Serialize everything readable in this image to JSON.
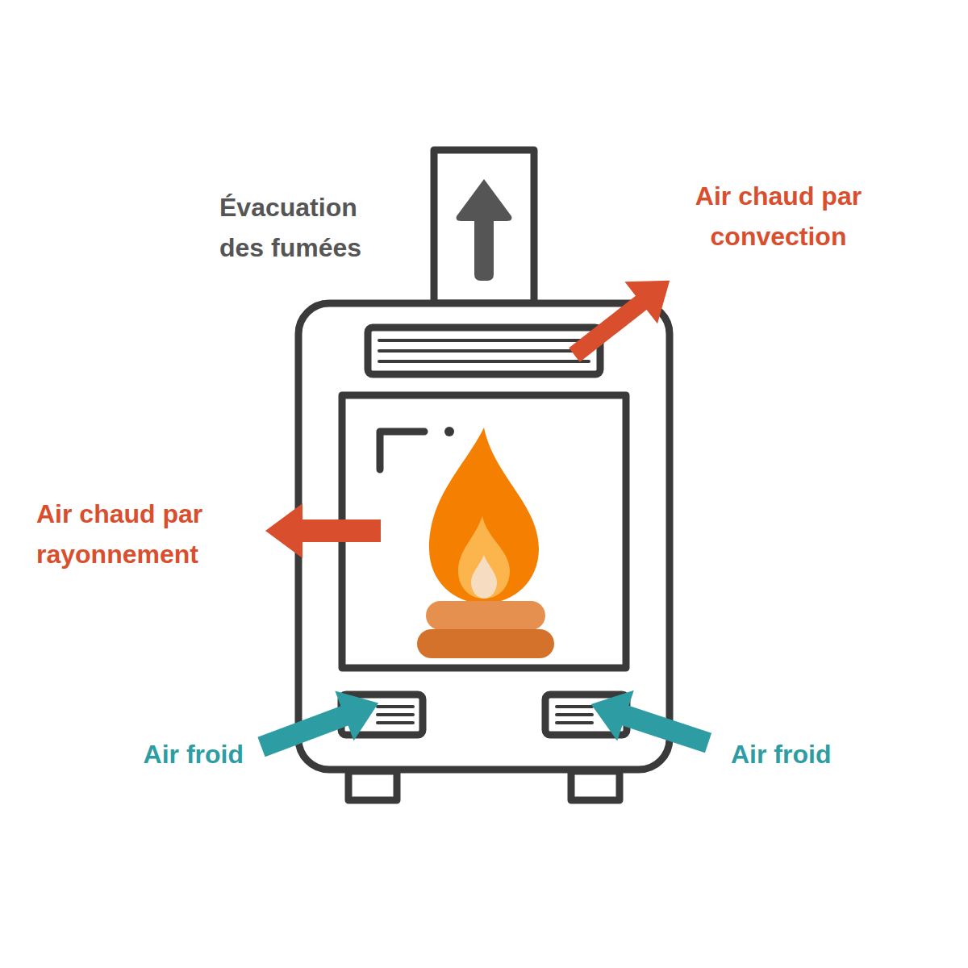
{
  "diagram": {
    "labels": [
      "Évacuation des fumées",
      "Air chaud par convection",
      "Air chaud par rayonnement",
      "Air froid",
      "Air froid"
    ]
  }
}
